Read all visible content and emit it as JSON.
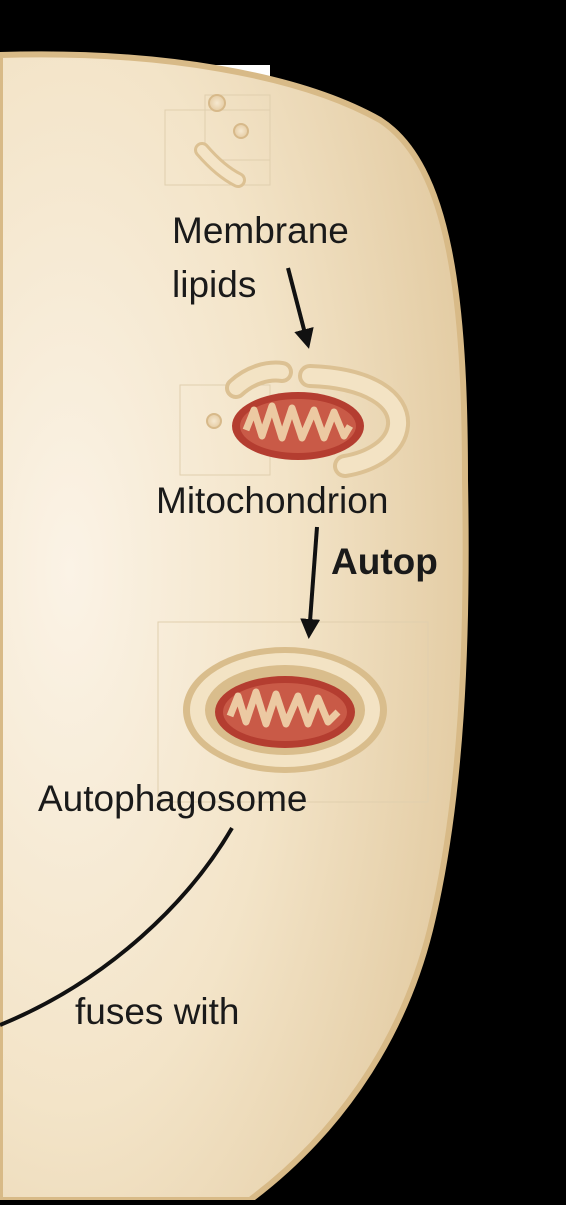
{
  "colors": {
    "background": "#000000",
    "cell_fill_light": "#f7ecd9",
    "cell_fill_dark": "#e7d2ad",
    "cell_edge": "#d6b98a",
    "mito_outer": "#eddab8",
    "mito_red": "#b03a2e",
    "mito_cristae": "#e7c6a0",
    "arrow": "#111111",
    "text": "#1a1a1a"
  },
  "labels": {
    "membrane_line1": "Membrane",
    "membrane_line2": "lipids",
    "mitochondrion": "Mitochondrion",
    "autophagy_cut": "Autop",
    "autophagosome": "Autophagosome",
    "fuses_with": "fuses with"
  }
}
